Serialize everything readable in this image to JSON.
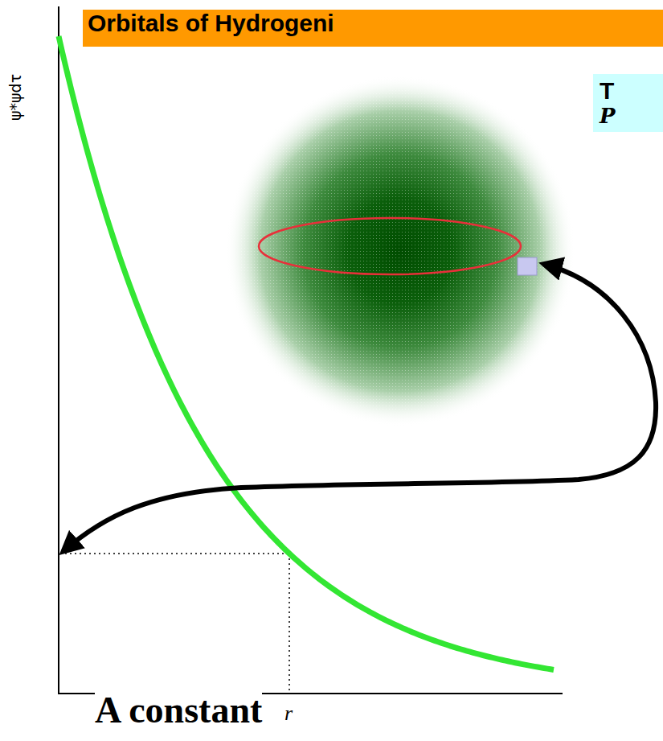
{
  "diagram": {
    "title": "Orbitals of Hydrogeni",
    "nodes": [
      {
        "text": [
          "T",
          "P"
        ]
      }
    ],
    "labels": [
      "ψ*ψdτ",
      "r",
      "A constant"
    ]
  }
}
